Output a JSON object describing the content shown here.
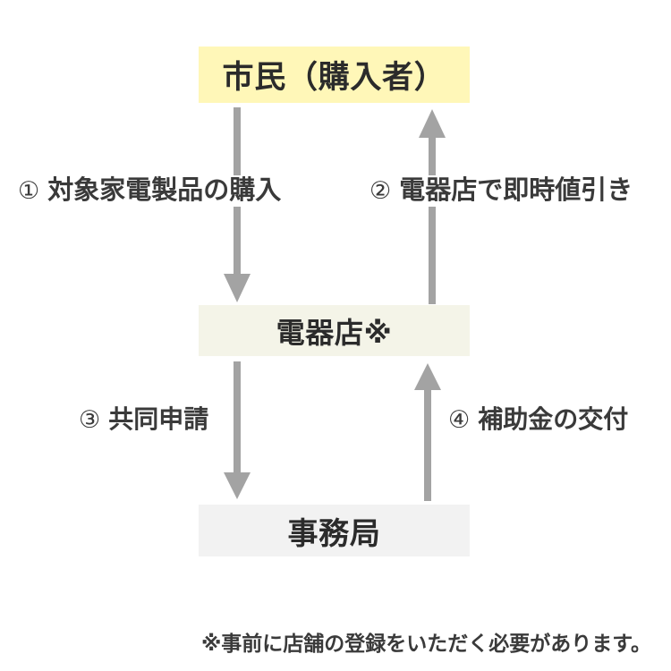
{
  "diagram": {
    "type": "flow-diagram",
    "background_color": "#ffffff",
    "nodes": [
      {
        "id": "citizen",
        "label": "市民（購入者）",
        "fill_color": "#fff7b8",
        "text_color": "#2b2b2b"
      },
      {
        "id": "shop",
        "label": "電器店※",
        "fill_color": "#f4f4e8",
        "text_color": "#2b2b2b"
      },
      {
        "id": "office",
        "label": "事務局",
        "fill_color": "#f2f2f2",
        "text_color": "#2b2b2b"
      }
    ],
    "arrows": [
      {
        "id": "arrow-1",
        "number": "①",
        "label": "対象家電製品の購入",
        "direction": "down",
        "from": "市民（購入者）",
        "to": "電器店※",
        "color": "#a3a3a3"
      },
      {
        "id": "arrow-2",
        "number": "②",
        "label": "電器店で即時値引き",
        "direction": "up",
        "from": "電器店※",
        "to": "市民（購入者）",
        "color": "#a3a3a3"
      },
      {
        "id": "arrow-3",
        "number": "③",
        "label": "共同申請",
        "direction": "down",
        "from": "電器店※",
        "to": "事務局",
        "color": "#a3a3a3"
      },
      {
        "id": "arrow-4",
        "number": "④",
        "label": "補助金の交付",
        "direction": "up",
        "from": "事務局",
        "to": "電器店※",
        "color": "#a3a3a3"
      }
    ],
    "footnote": "※事前に店舗の登録をいただく必要があります。"
  }
}
